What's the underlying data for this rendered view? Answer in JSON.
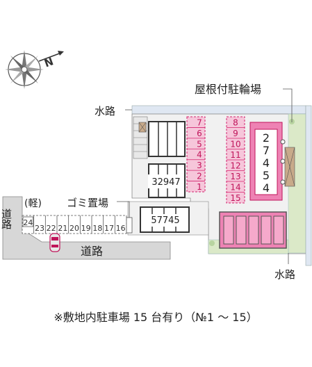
{
  "labels": {
    "compass_n": "N",
    "water_top": "水路",
    "water_bottom": "水路",
    "road_left": "道路",
    "road_bottom": "道路",
    "kei": "(軽)",
    "garbage": "ゴミ置場",
    "bicycle": "屋根付駐輪場",
    "building_a": "32947",
    "building_b": "57745",
    "footer": "※敷地内駐車場 15 台有り（№1 ～ 15）"
  },
  "parking_left_column": [
    "7",
    "6",
    "5",
    "4",
    "3",
    "2",
    "1"
  ],
  "parking_mid_column": [
    "8",
    "9",
    "10",
    "11",
    "12",
    "13",
    "14",
    "15"
  ],
  "bike_block": [
    "2",
    "7",
    "4",
    "5",
    "4"
  ],
  "bottom_row": [
    "24",
    "23",
    "22",
    "21",
    "20",
    "19",
    "18",
    "17",
    "16"
  ],
  "bottom_row_kei": "24",
  "colors": {
    "parking_pink": "#f4b8cf",
    "parking_border": "#d4246e",
    "building_pink": "#ee82b4",
    "water": "#dfe7f2",
    "grass": "#dbe9c8",
    "road": "#d7d7d7",
    "site": "#efefef"
  }
}
